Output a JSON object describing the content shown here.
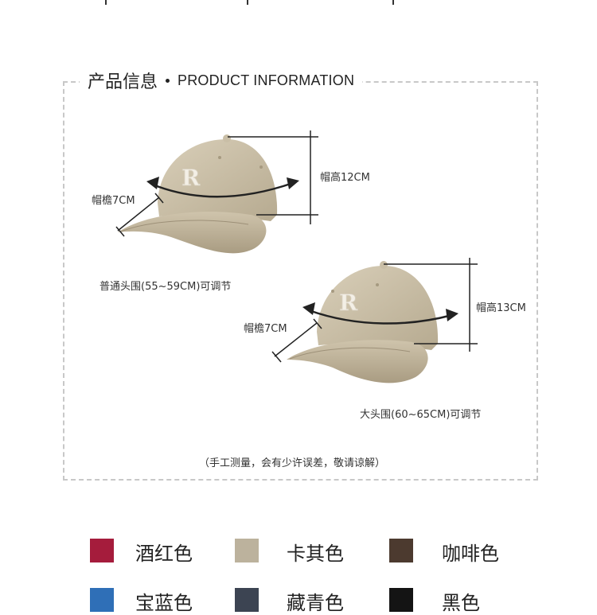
{
  "header": {
    "title_cn": "产品信息",
    "title_en": "PRODUCT INFORMATION"
  },
  "cap_small": {
    "height_label": "帽高12CM",
    "brim_label": "帽檐7CM",
    "circumference_label": "普通头围(55~59CM)可调节"
  },
  "cap_large": {
    "height_label": "帽高13CM",
    "brim_label": "帽檐7CM",
    "circumference_label": "大头围(60~65CM)可调节"
  },
  "note": "（手工测量，会有少许误差，敬请谅解）",
  "colors": [
    {
      "name": "酒红色",
      "hex": "#a51c3c"
    },
    {
      "name": "卡其色",
      "hex": "#bcb29d"
    },
    {
      "name": "咖啡色",
      "hex": "#4c3a2f"
    },
    {
      "name": "宝蓝色",
      "hex": "#2f6fb7"
    },
    {
      "name": "藏青色",
      "hex": "#3c4452"
    },
    {
      "name": "黑色",
      "hex": "#141414"
    }
  ]
}
